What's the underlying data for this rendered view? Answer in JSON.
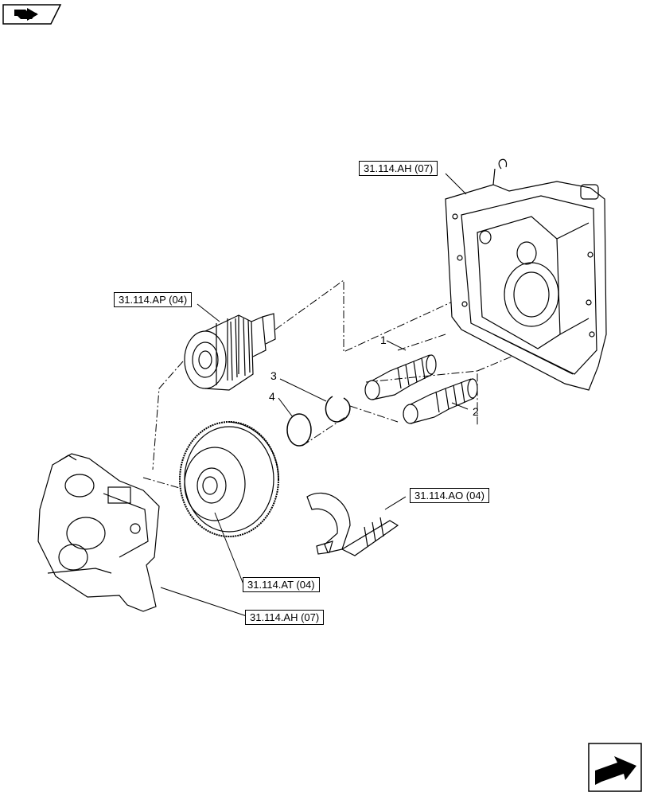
{
  "references": {
    "housing_top": "31.114.AH (07)",
    "gear_shaft": "31.114.AP (04)",
    "big_gear": "31.114.AT (04)",
    "shift_fork": "31.114.AO (04)",
    "housing_bottom": "31.114.AH (07)"
  },
  "callouts": {
    "item_1": "1",
    "item_2": "2",
    "item_3": "3",
    "item_4": "4"
  },
  "icons": {
    "top_left": "book-navigation-icon",
    "bottom_right": "next-page-arrow-icon"
  }
}
